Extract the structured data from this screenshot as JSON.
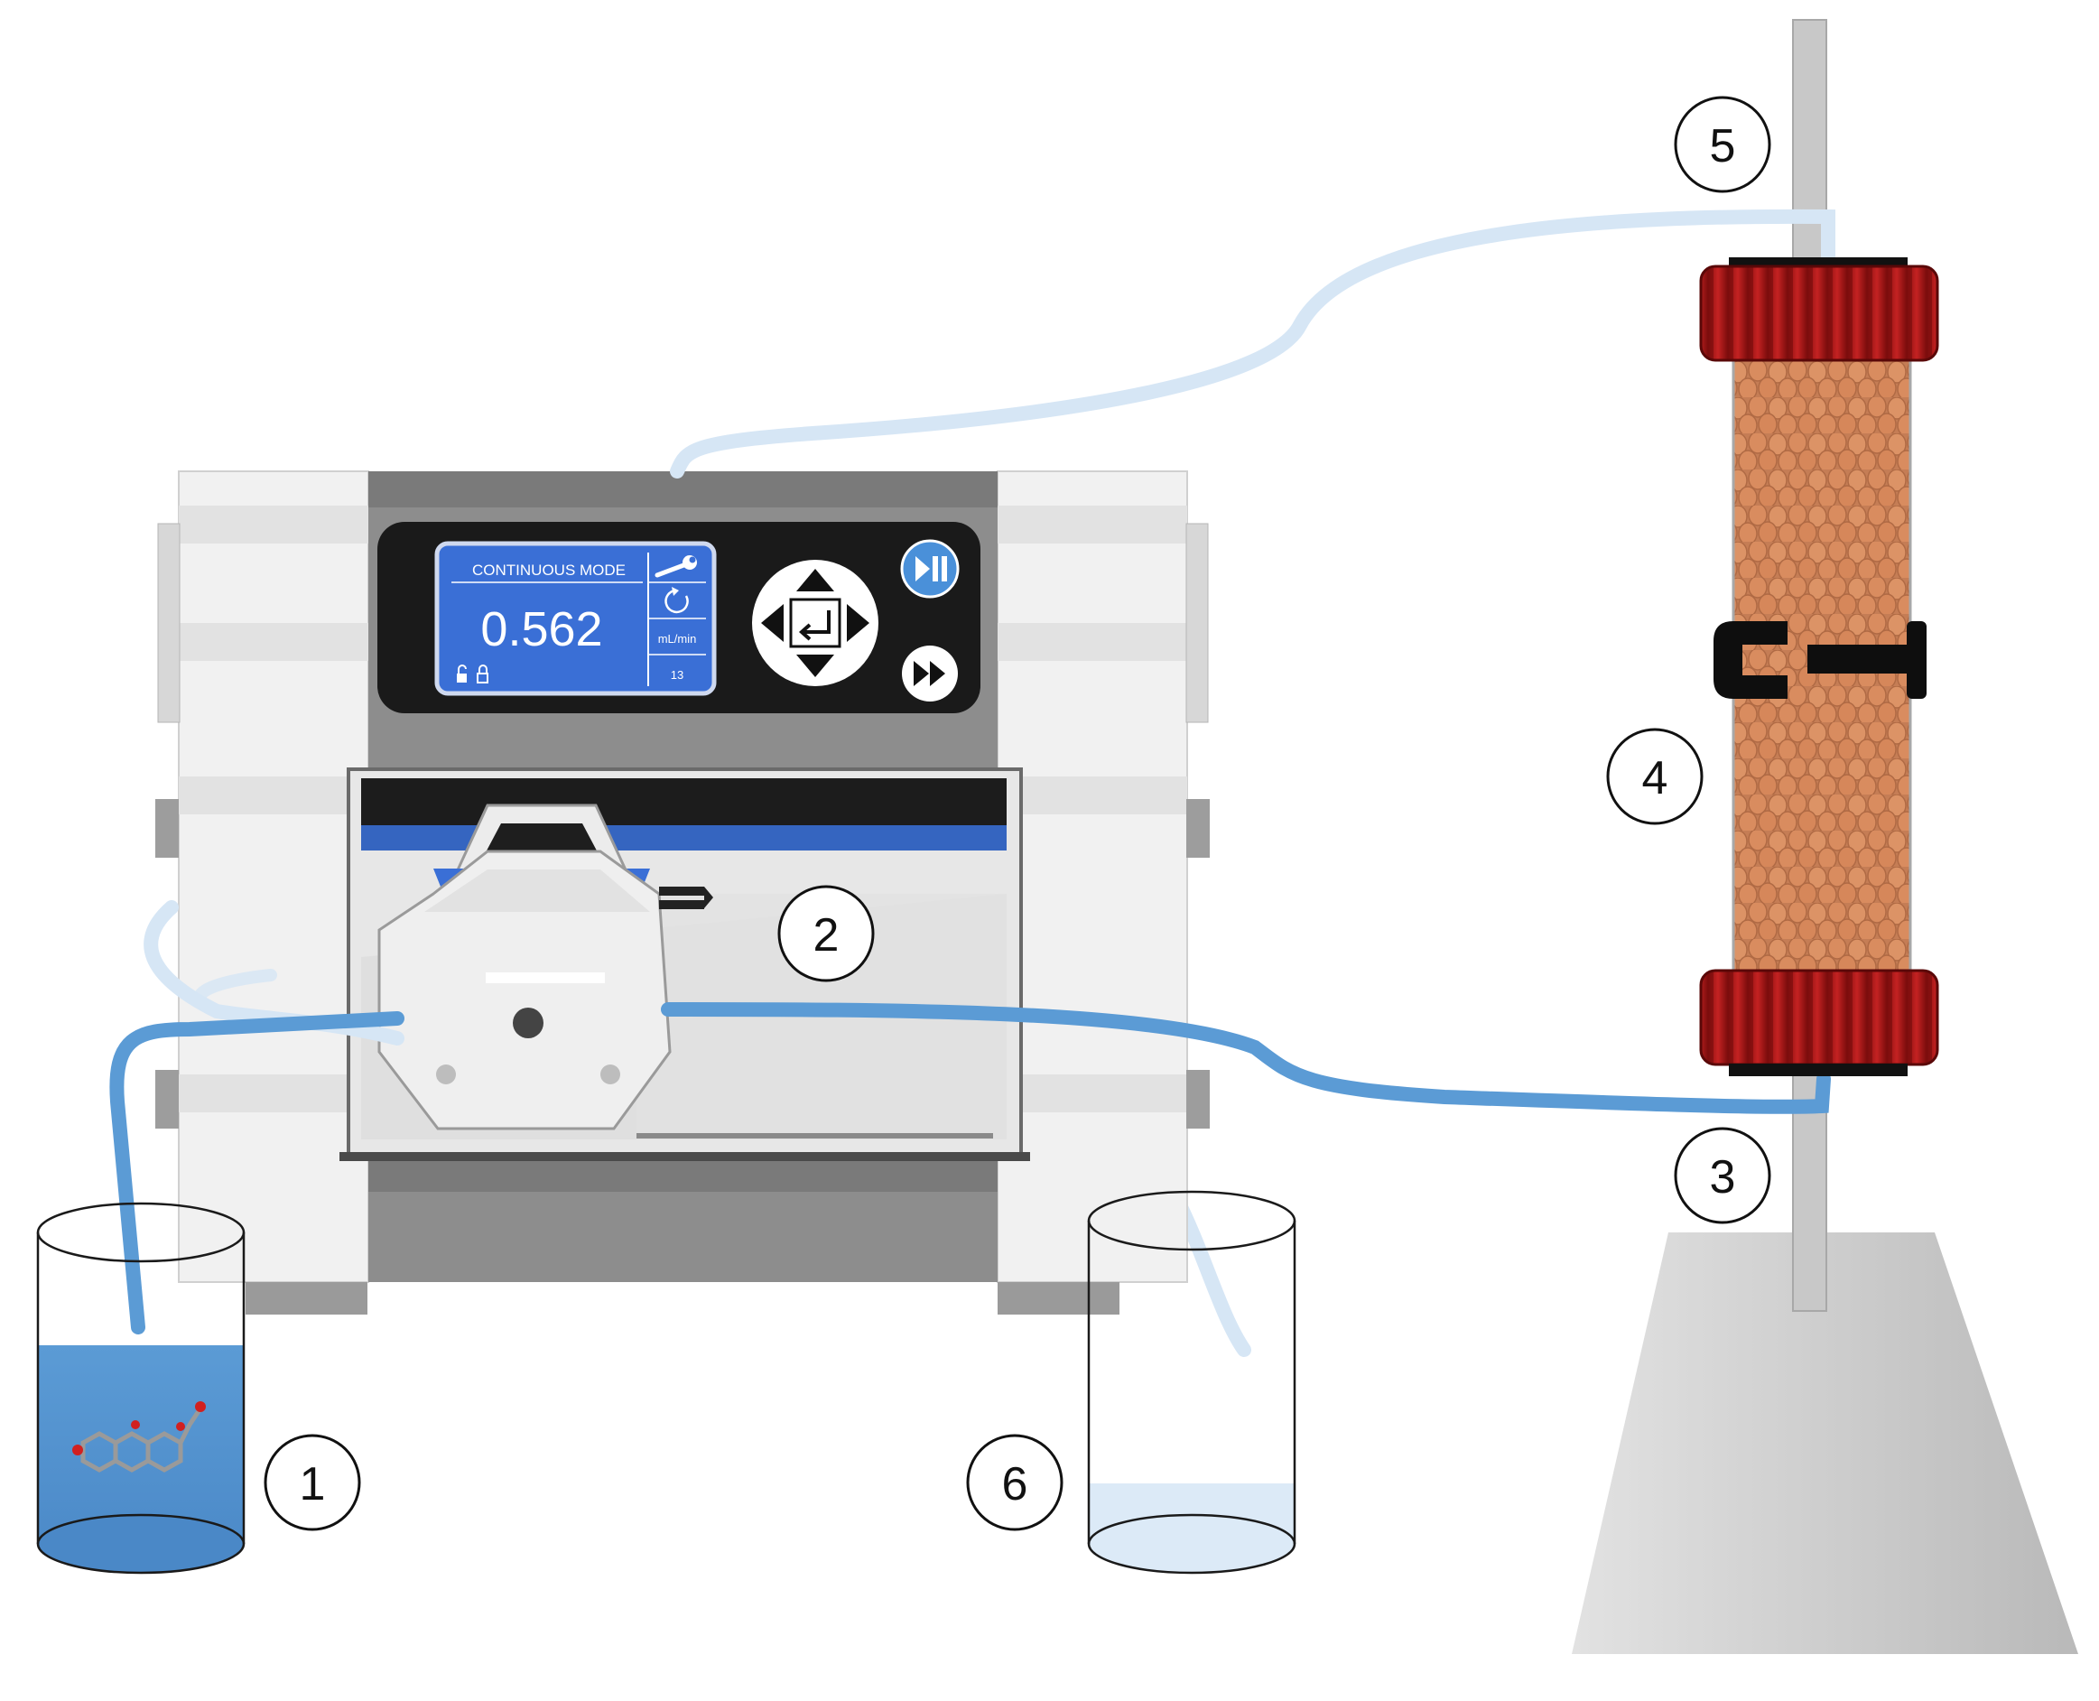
{
  "pump": {
    "display": {
      "mode_label": "CONTINUOUS MODE",
      "flow_value": "0.562",
      "unit_label": "mL/min",
      "counter": "13",
      "wrench_icon": "wrench-icon",
      "rotate_icon": "rotate-icon",
      "lock_icon": "lock-icon"
    },
    "buttons": {
      "nav_pad_icon": "direction-pad-icon",
      "play_pause_icon": "play-pause-icon",
      "fast_forward_icon": "fast-forward-icon"
    }
  },
  "callouts": [
    {
      "number": "1"
    },
    {
      "number": "2"
    },
    {
      "number": "3"
    },
    {
      "number": "4"
    },
    {
      "number": "5"
    },
    {
      "number": "6"
    }
  ],
  "colors": {
    "tube_inlet": "#5b9bd5",
    "tube_outlet": "#d6e6f5",
    "column_cap": "#b01e1e",
    "column_beads": "#d98c5f",
    "lcd_screen": "#3a6fd6",
    "pump_panel": "#1a1a1a"
  }
}
